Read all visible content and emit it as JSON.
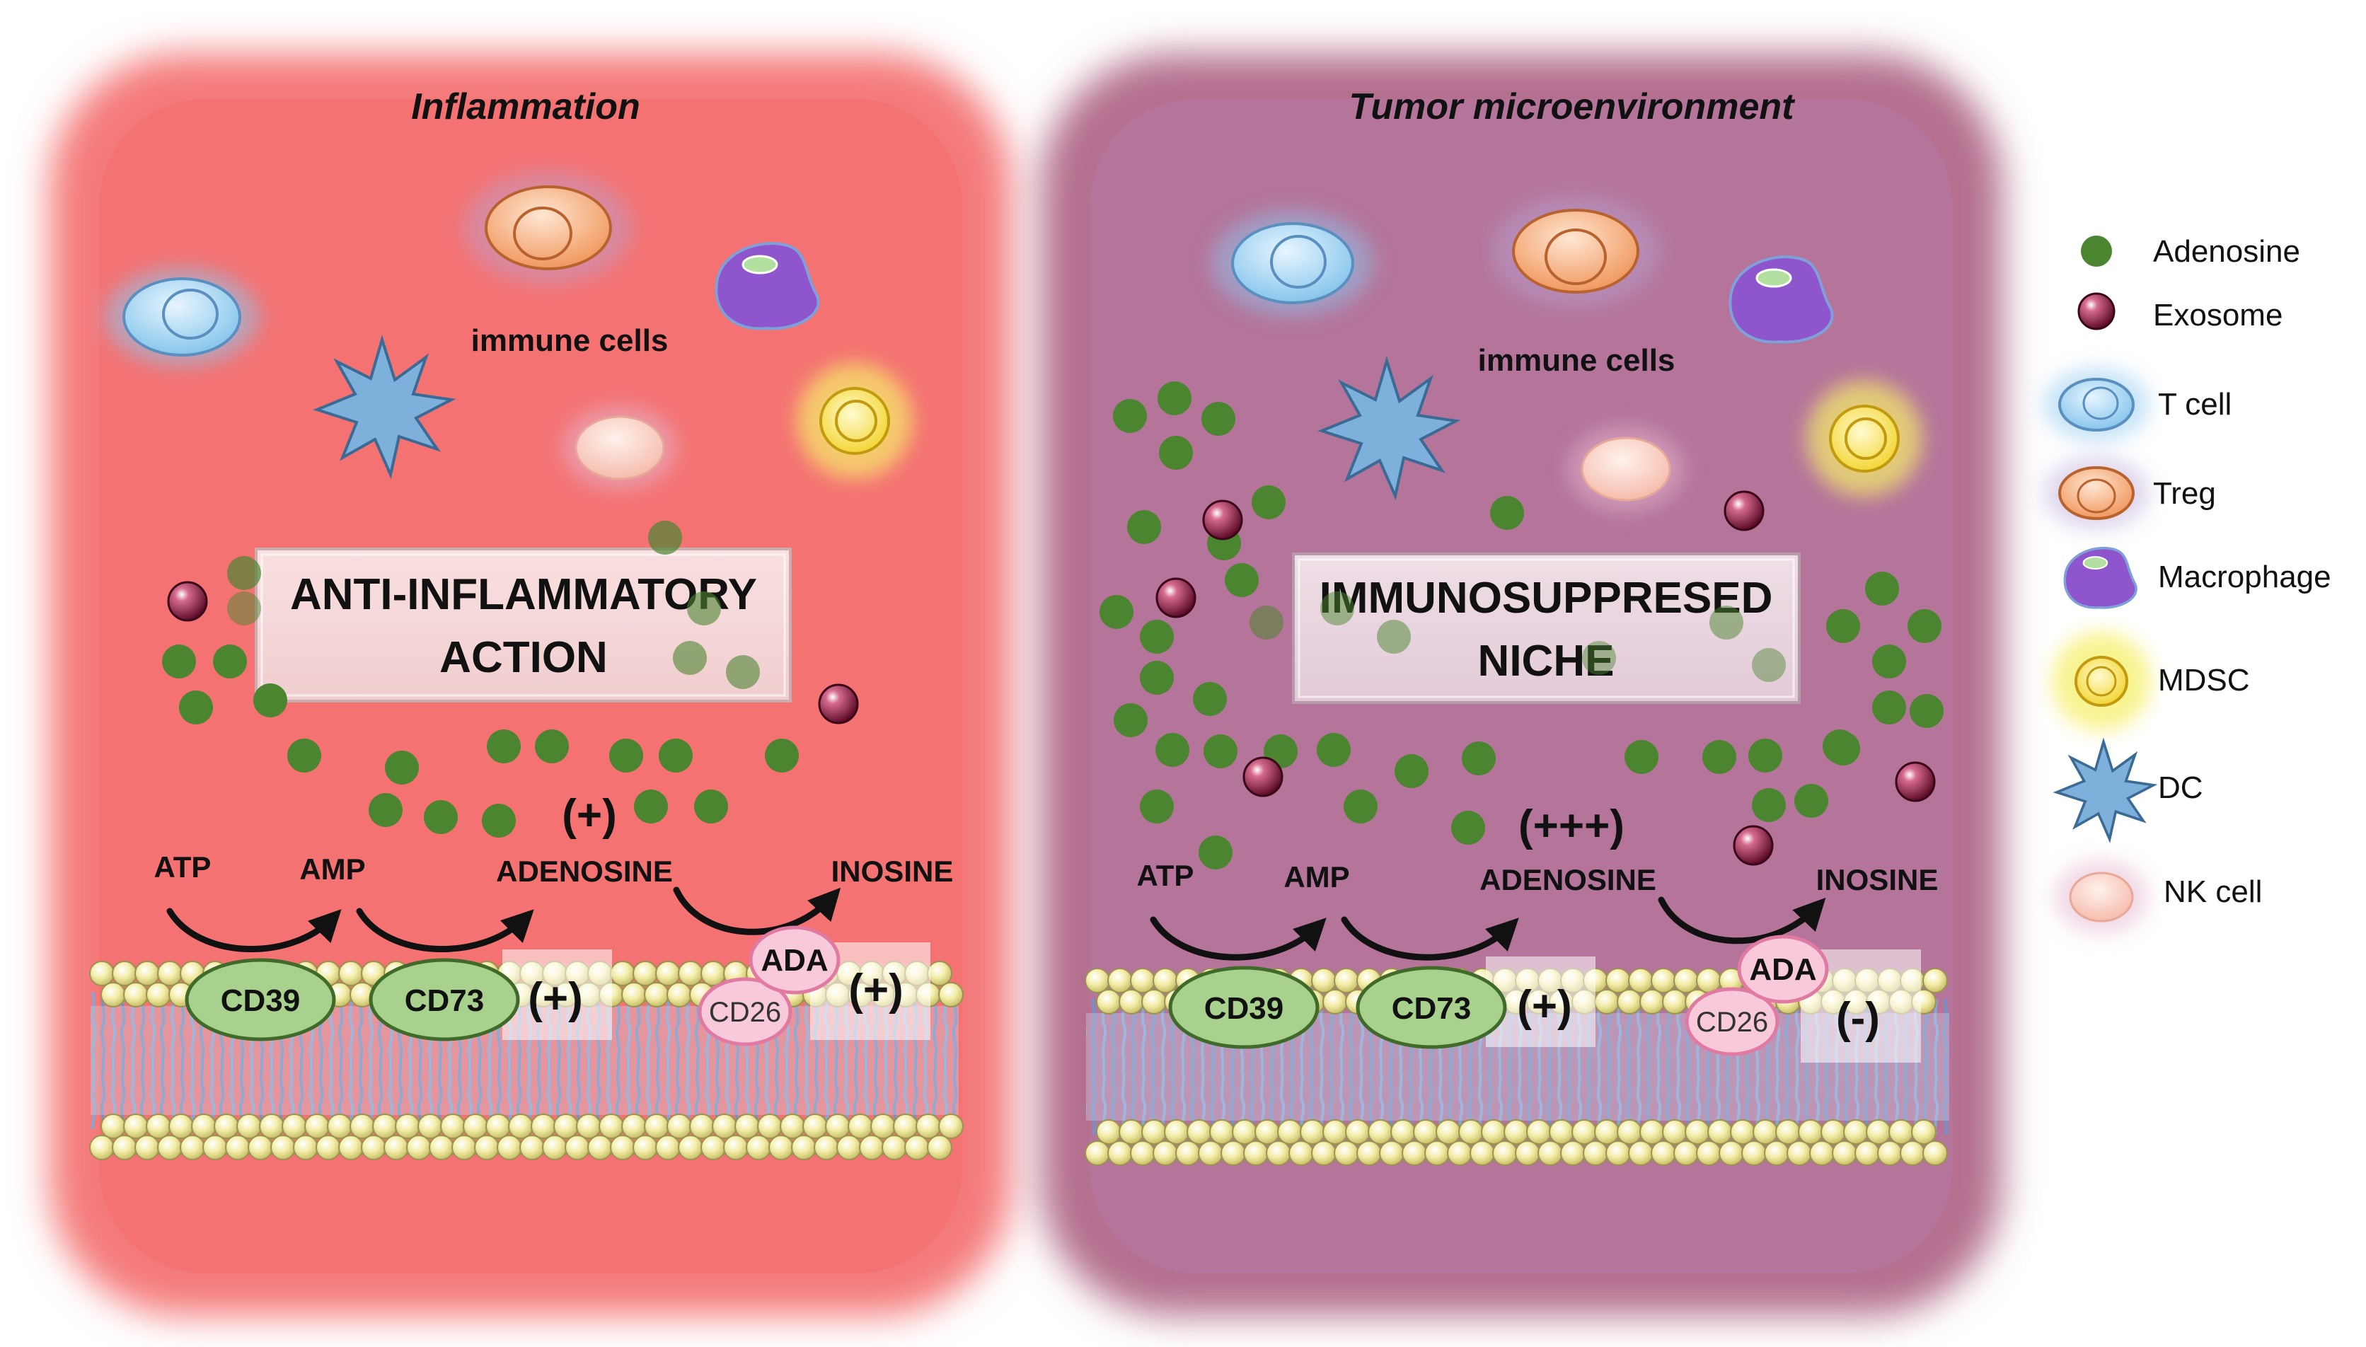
{
  "colors": {
    "inflammation_bg": "#f47a7a",
    "tumor_bg": "#b4708e",
    "adenosine": "#4c8530",
    "exosome": "#8a1238",
    "t_cell": "#9cd2f0",
    "treg": "#f3a36f",
    "macrophage": "#8f55cc",
    "mdsc": "#f6e13e",
    "dc": "#7eb0dc",
    "nk_cell": "#f8cdc0",
    "enzyme": "#a9d18e",
    "ada_cd26": "#f8c9da",
    "membrane_head": "#f3eba6",
    "membrane_tail": "#7396c8"
  },
  "panels": [
    {
      "title": "Inflammation",
      "cells_label": "immune cells",
      "box_line1": "ANTI-INFLAMMATORY",
      "box_line2": "ACTION",
      "pathway": {
        "atp": "ATP",
        "amp": "AMP",
        "adenosine": "ADENOSINE",
        "inosine": "INOSINE"
      },
      "adenosine_level": "(+)",
      "enzymes": {
        "cd39": "CD39",
        "cd73": "CD73",
        "ada": "ADA",
        "cd26": "CD26"
      },
      "cd73_activity": "(+)",
      "ada_activity": "(+)"
    },
    {
      "title": "Tumor microenvironment",
      "cells_label": "immune cells",
      "box_line1": "IMMUNOSUPPRESED",
      "box_line2": "NICHE",
      "pathway": {
        "atp": "ATP",
        "amp": "AMP",
        "adenosine": "ADENOSINE",
        "inosine": "INOSINE"
      },
      "adenosine_level": "(+++)",
      "enzymes": {
        "cd39": "CD39",
        "cd73": "CD73",
        "ada": "ADA",
        "cd26": "CD26"
      },
      "cd73_activity": "(+)",
      "ada_activity": "(-)"
    }
  ],
  "legend": [
    {
      "icon": "adenosine-dot-icon",
      "label": "Adenosine"
    },
    {
      "icon": "exosome-icon",
      "label": "Exosome"
    },
    {
      "icon": "t-cell-icon",
      "label": "T cell"
    },
    {
      "icon": "treg-icon",
      "label": "Treg"
    },
    {
      "icon": "macrophage-icon",
      "label": "Macrophage"
    },
    {
      "icon": "mdsc-icon",
      "label": "MDSC"
    },
    {
      "icon": "dc-icon",
      "label": "DC"
    },
    {
      "icon": "nk-cell-icon",
      "label": "NK cell"
    }
  ]
}
